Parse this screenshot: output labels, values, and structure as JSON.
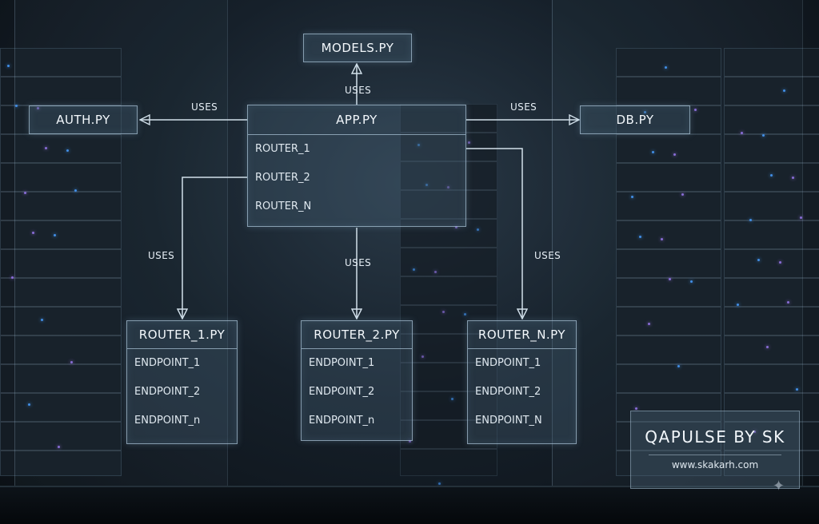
{
  "diagram": {
    "nodes": {
      "models": {
        "title": "MODELS.PY"
      },
      "auth": {
        "title": "AUTH.PY"
      },
      "db": {
        "title": "DB.PY"
      },
      "app": {
        "title": "APP.PY",
        "rows": [
          "ROUTER_1",
          "ROUTER_2",
          "ROUTER_N"
        ]
      },
      "router1": {
        "title": "ROUTER_1.PY",
        "rows": [
          "ENDPOINT_1",
          "ENDPOINT_2",
          "ENDPOINT_n"
        ]
      },
      "router2": {
        "title": "ROUTER_2.PY",
        "rows": [
          "ENDPOINT_1",
          "ENDPOINT_2",
          "ENDPOINT_n"
        ]
      },
      "routerN": {
        "title": "ROUTER_N.PY",
        "rows": [
          "ENDPOINT_1",
          "ENDPOINT_2",
          "ENDPOINT_N"
        ]
      }
    },
    "edges": [
      {
        "from": "app",
        "to": "models",
        "label": "USES"
      },
      {
        "from": "app",
        "to": "auth",
        "label": "USES"
      },
      {
        "from": "app",
        "to": "db",
        "label": "USES"
      },
      {
        "from": "app",
        "to": "router1",
        "label": "USES"
      },
      {
        "from": "app",
        "to": "router2",
        "label": "USES"
      },
      {
        "from": "app",
        "to": "routerN",
        "label": "USES"
      }
    ]
  },
  "branding": {
    "name": "QAPULSE BY SK",
    "url": "www.skakarh.com"
  },
  "colors": {
    "line": "#d2e0ea",
    "accent_purple": "#8a6bd8",
    "accent_blue": "#3f8ee8"
  }
}
